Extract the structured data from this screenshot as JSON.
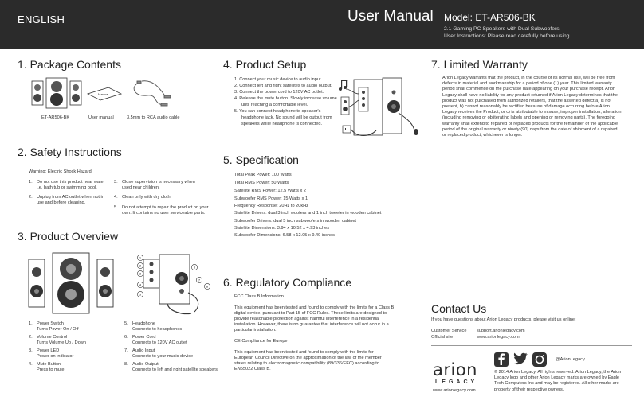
{
  "header": {
    "language": "ENGLISH",
    "title": "User Manual",
    "model": "Model: ET-AR506-BK",
    "subtitle": "2.1 Gaming PC Speakers with Dual Subwoofers",
    "instructions": "User Instructions: Please read carefully before using"
  },
  "package": {
    "title": "1. Package Contents",
    "manual_label": "Manual",
    "captions": [
      "ET-AR506-BK",
      "User manual",
      "3.5mm to RCA audio cable"
    ]
  },
  "safety": {
    "title": "2. Safety Instructions",
    "warning": "Warning: Electric Shock Hazard",
    "items": [
      {
        "n": "1.",
        "l1": "Do not use this product near water",
        "l2": "i.e. bath tub or swimming pool."
      },
      {
        "n": "2.",
        "l1": "Unplug from AC outlet when not in",
        "l2": "use and before cleaning."
      },
      {
        "n": "3.",
        "l1": "Close supervision is necessary when",
        "l2": "used near children."
      },
      {
        "n": "4.",
        "l1": "Clean only with dry cloth.",
        "l2": ""
      },
      {
        "n": "5.",
        "l1": "Do not attempt to repair the product on your",
        "l2": "own. It contains no user serviceable parts."
      }
    ]
  },
  "overview": {
    "title": "3. Product Overview",
    "items": [
      {
        "n": "1.",
        "l1": "Power Switch",
        "l2": "Turns Power On / Off"
      },
      {
        "n": "2.",
        "l1": "Volume Control",
        "l2": "Turns Volume Up / Down"
      },
      {
        "n": "3.",
        "l1": "Power LED",
        "l2": "Power on indicator"
      },
      {
        "n": "4.",
        "l1": "Mute Button",
        "l2": "Press to mute"
      },
      {
        "n": "5.",
        "l1": "Headphone",
        "l2": "Connects to headphones"
      },
      {
        "n": "6.",
        "l1": "Power Cord",
        "l2": "Connects to 120V AC outlet"
      },
      {
        "n": "7.",
        "l1": "Audio Input",
        "l2": "Connects to your music device"
      },
      {
        "n": "8.",
        "l1": "Audio Output",
        "l2": "Connects to left and right satellite speakers"
      }
    ],
    "callouts": [
      "1",
      "2",
      "3",
      "4",
      "5",
      "6",
      "7",
      "8"
    ]
  },
  "setup": {
    "title": "4. Product Setup",
    "steps": [
      "1. Connect your music device to audio input.",
      "2. Connect left and right satellites to audio output.",
      "3. Connect the power cord to 120V AC outlet.",
      "4. Release the mute button. Slowly increase volume",
      "until reaching a comfortable level.",
      "5. You can connect headphone to speaker's",
      "headphone jack.  No sound will be output from",
      "speakers while headphone is connected."
    ]
  },
  "spec": {
    "title": "5. Specification",
    "lines": [
      "Total Peak Power: 100 Watts",
      "Total RMS Power: 50 Watts",
      "Satellite RMS Power: 12.5 Watts x 2",
      "Subwoofer RMS Power: 15 Watts x 1",
      "Frequency Response: 20Hz to 20kHz",
      "Satellite Drivers: dual 3 inch woofers and 1 inch tweeter in wooden cabinet",
      "Subwoofer Drivers: dual 5 inch subwoofers in wooden cabinet",
      "Satellite Dimensions: 3.94 x 10.52 x 4.93 inches",
      "Subwoofer Dimensions: 6.58 x 12.05 x 9.49 inches"
    ]
  },
  "regulatory": {
    "title": "6. Regulatory Compliance",
    "fcc_head": "FCC Class B Information",
    "fcc_lines": [
      "This equipment has been tested and found to comply with the limits for a Class B",
      "digital device, pursuant to Part 15 of FCC Rules. These limits are designed to",
      "provide reasonable protection against harmful interference in a residential",
      "installation. However, there is no guarantee that interference will not occur in a",
      "particular installation."
    ],
    "ce_head": "CE Compliance for Europe",
    "ce_lines": [
      "This equipment has been tested and found to comply with the limits for",
      "European Council Directive on the approximation of the law of the member",
      "states relating to electromagnetic compatibility (89/336/EEC) according to",
      "EN55022 Class B."
    ]
  },
  "warranty": {
    "title": "7. Limited Warranty",
    "lines": [
      "Arion Legacy warrants that the product, in the course of its normal use, will be free from",
      "defects in material and workmanship for a period of one (1) year. This limited warranty",
      "period shall commence on the purchase date appearing on your purchase receipt. Arion",
      "Legacy shall have no liability for any product returned if Arion Legacy determines that the",
      "product was not purchased from authorized retailers, that the asserted defect a) is not",
      "present, b) cannot reasonably be rectified because of damage occurring before Arion",
      "Legacy receives the Product, or c) is attributable to misuse, improper installation, alteration",
      "(including removing or obliterating labels and opening or removing parts). The foregoing",
      "warranty shall extend to repaired or replaced products for the remainder of the applicable",
      "period of the original warranty or ninety (90) days from the date of shipment of a repaired",
      "or replaced product, whichever is longer."
    ]
  },
  "contact": {
    "title": "Contact Us",
    "intro": "If you have questions about Arion Legacy products, please visit us online:",
    "rows": [
      {
        "label": "Customer Service",
        "value": "support.arionlegacy.com"
      },
      {
        "label": "Official site",
        "value": "www.arionlegacy.com"
      }
    ],
    "social_handle": "@ArionLegacy",
    "logo_word": "arion",
    "logo_sub": "LEGACY",
    "website": "www.arionlegacy.com",
    "copyright_lines": [
      "© 2014 Arion Legacy. All rights reserved. Arion Legacy, the Arion",
      "Legacy logo and other Arion Legacy marks are owned by Eagle",
      "Tech Computers Inc and may be registered. All other marks are",
      "property of their respective owners."
    ]
  }
}
